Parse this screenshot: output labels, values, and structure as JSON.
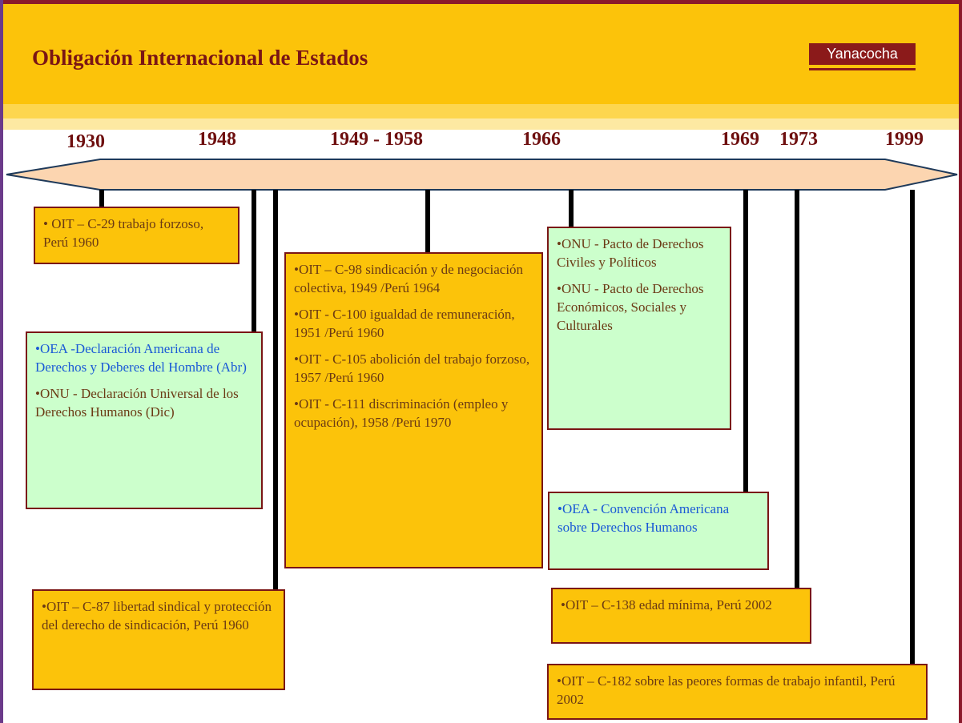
{
  "title": "Obligación  Internacional  de Estados",
  "logo": "Yanacocha",
  "colors": {
    "header_band": "#fcc30a",
    "title_text": "#7a1515",
    "timeline_arrow": "#fcd5b0",
    "box_gold": "#fcc30a",
    "box_green": "#ccffcc",
    "blue_text": "#1a5ad6"
  },
  "years": {
    "y1930": "1930",
    "y1948": "1948",
    "y1949_1958": "1949 - 1958",
    "y1966": "1966",
    "y1969": "1969",
    "y1973": "1973",
    "y1999": "1999"
  },
  "boxes": {
    "c29": {
      "items": [
        "• OIT – C-29 trabajo forzoso, Perú 1960"
      ]
    },
    "oea_onu_1948": {
      "items": [
        "•OEA -Declaración Americana de Derechos y Deberes del Hombre (Abr)",
        "•ONU - Declaración Universal de los Derechos Humanos (Dic)"
      ]
    },
    "c87": {
      "items": [
        "•OIT – C-87 libertad sindical y protección del derecho de sindicación, Perú 1960"
      ]
    },
    "oit_1949_1958": {
      "items": [
        "•OIT – C-98 sindicación y de negociación colectiva, 1949 /Perú 1964",
        "•OIT - C-100 igualdad de remuneración,                 1951 /Perú 1960",
        "•OIT - C-105 abolición del trabajo forzoso, 1957 /Perú 1960",
        "•OIT - C-111 discriminación (empleo y ocupación), 1958 /Perú 1970"
      ]
    },
    "onu_1966": {
      "items": [
        "•ONU - Pacto de Derechos Civiles y Políticos",
        "•ONU - Pacto de Derechos Económicos, Sociales y Culturales"
      ]
    },
    "oea_1969": {
      "items": [
        "•OEA - Convención Americana sobre Derechos Humanos"
      ]
    },
    "c138": {
      "items": [
        "•OIT – C-138 edad mínima, Perú 2002"
      ]
    },
    "c182": {
      "items": [
        "•OIT – C-182 sobre las peores formas de trabajo infantil,  Perú 2002"
      ]
    }
  }
}
